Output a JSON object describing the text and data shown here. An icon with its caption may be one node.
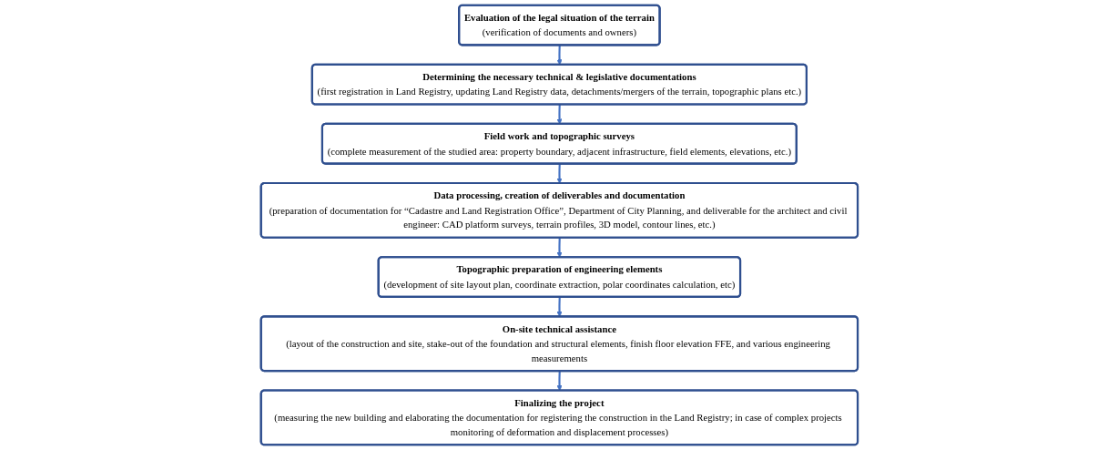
{
  "diagram": {
    "nodes": [
      {
        "text": [
          "Evaluation of the legal situation of the terrain",
          "(verification of documents and owners)"
        ]
      },
      {
        "text": [
          "Determining the necessary technical & legislative documentations",
          "(first registration in Land Registry, updating Land Registry data, detachments/mergers of the terrain, topographic plans etc.)"
        ]
      },
      {
        "text": [
          "Field work and topographic surveys",
          "(complete measurement of the studied area: property boundary, adjacent infrastructure, field elements, elevations, etc.)"
        ]
      },
      {
        "text": [
          "Data processing, creation of deliverables and documentation",
          "(preparation of documentation for “Cadastre and Land Registration Office”, Department of City Planning, and deliverable for the architect and civil engineer: CAD platform surveys, terrain profiles, 3D model, contour lines, etc.)"
        ]
      },
      {
        "text": [
          "Topographic preparation of engineering elements",
          "(development of site layout plan, coordinate extraction, polar coordinates calculation, etc)"
        ]
      },
      {
        "text": [
          "On-site technical assistance",
          "(layout of the construction and site, stake-out of the foundation and structural elements, finish floor elevation FFE, and various engineering measurements"
        ]
      },
      {
        "text": [
          "Finalizing the project",
          "(measuring the new building and elaborating the documentation for registering the construction in the Land Registry; in case of complex projects monitoring of deformation and displacement processes)"
        ]
      }
    ],
    "edges": [
      {
        "from": 0,
        "to": 1,
        "arrow": "to"
      },
      {
        "from": 1,
        "to": 2,
        "arrow": "to"
      },
      {
        "from": 2,
        "to": 3,
        "arrow": "to"
      },
      {
        "from": 3,
        "to": 4,
        "arrow": "to"
      },
      {
        "from": 4,
        "to": 5,
        "arrow": "to"
      },
      {
        "from": 5,
        "to": 6,
        "arrow": "to"
      }
    ]
  }
}
